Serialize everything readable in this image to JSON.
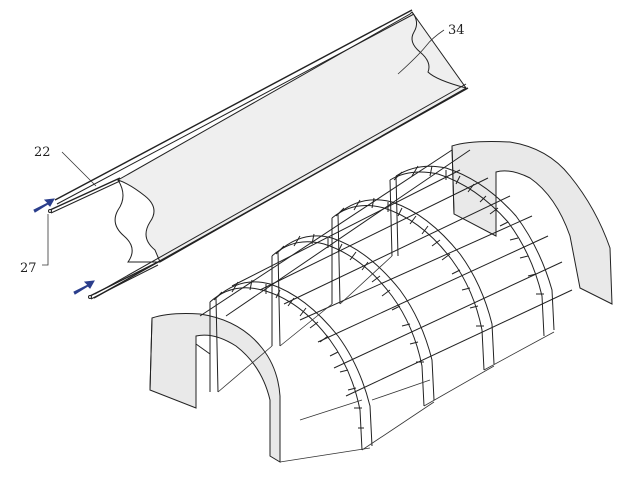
{
  "labels": {
    "cover": "34",
    "rod_upper": "22",
    "rod_lower": "27"
  },
  "colors": {
    "line": "#222222",
    "fabric": "#e9e9e9",
    "arrow": "#2b3e8c"
  },
  "icons": [
    "insert-arrow-icon",
    "insert-arrow-icon"
  ]
}
